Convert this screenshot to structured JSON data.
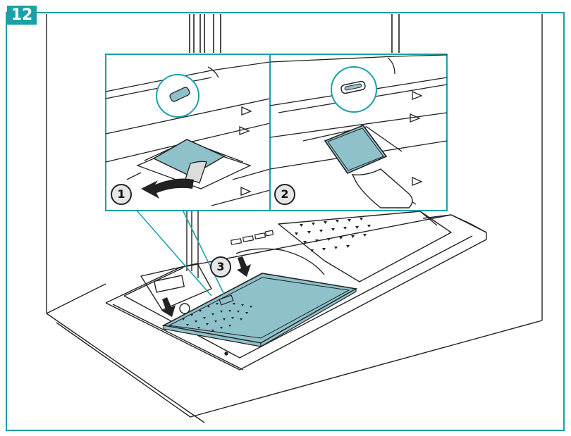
{
  "figure": {
    "step_number": "12",
    "markers": [
      {
        "label": "1"
      },
      {
        "label": "2"
      },
      {
        "label": "3"
      }
    ]
  },
  "colors": {
    "accent": "#1ca0a8",
    "filter_fill": "#8fc1cb",
    "line": "#222222",
    "marker_fill": "#e6e6e6"
  }
}
